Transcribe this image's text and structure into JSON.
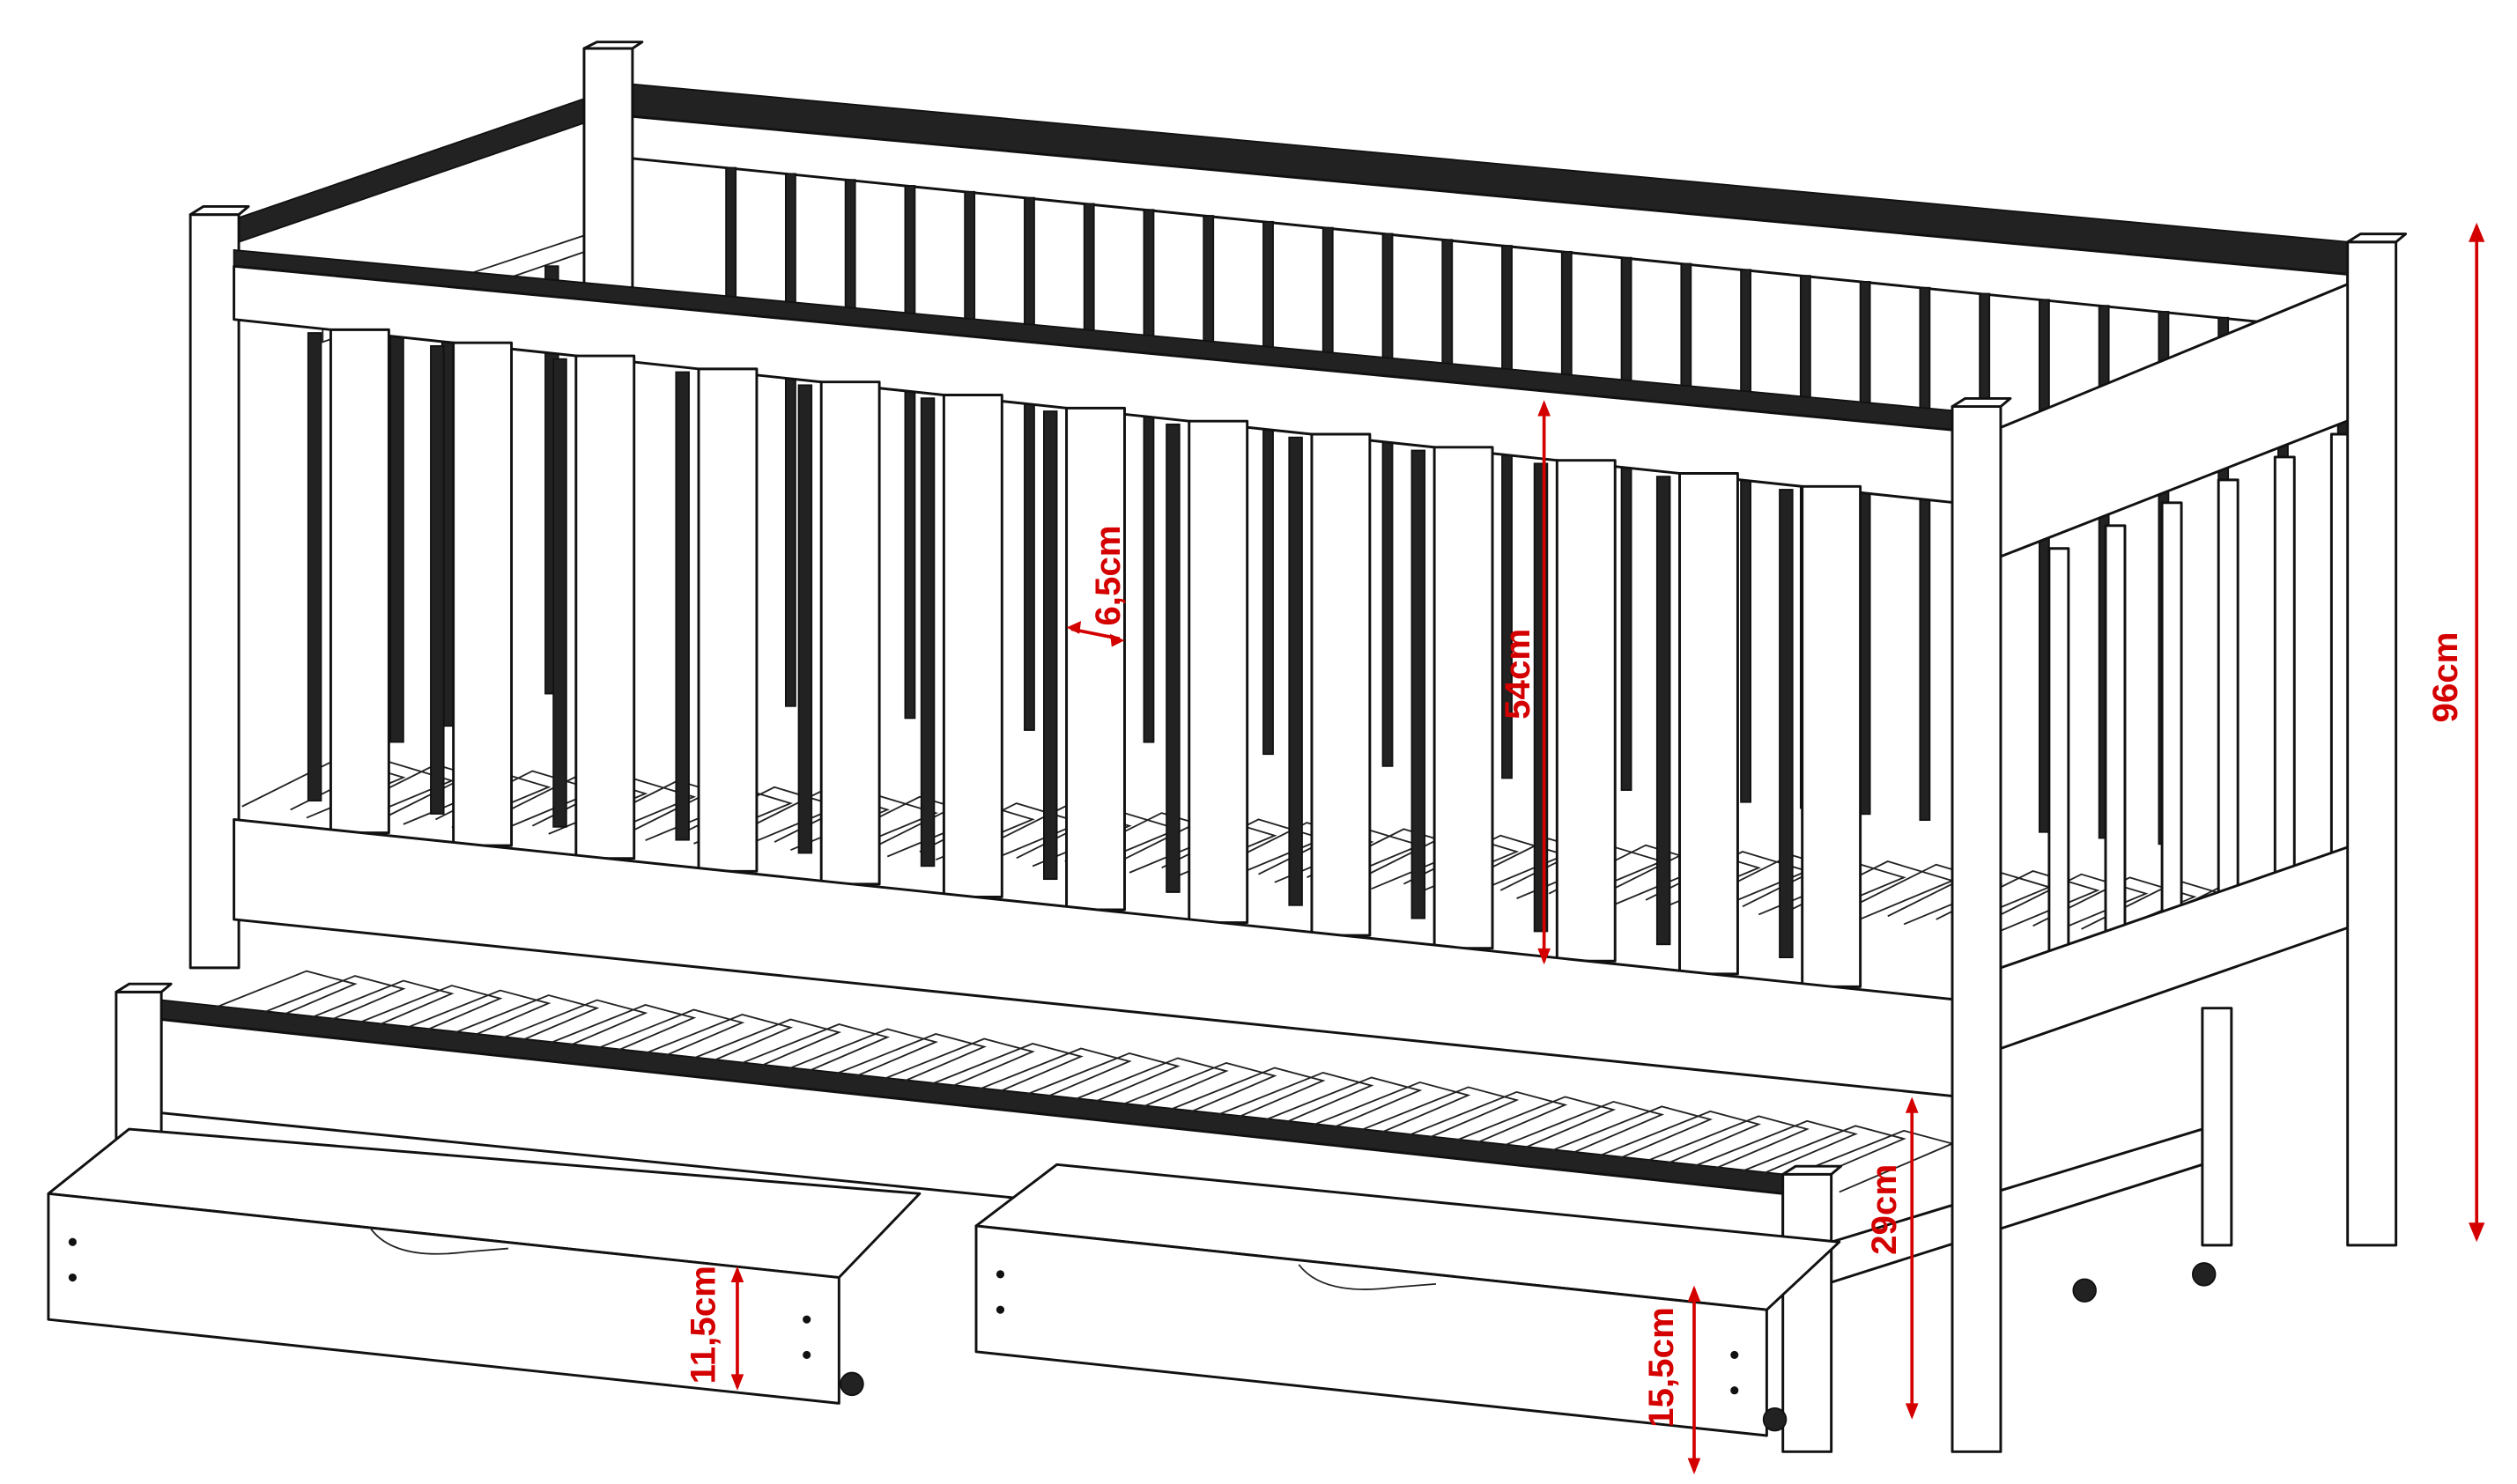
{
  "diagram": {
    "subject": "cot-bed-with-trundle-and-drawers",
    "accent_color": "#d40000",
    "dimensions": {
      "total_height": "96cm",
      "inner_rail_height": "54cm",
      "slat_gap": "6,5cm",
      "trundle_height": "29cm",
      "left_drawer_height": "11,5cm",
      "right_drawer_height": "15,5cm"
    }
  }
}
